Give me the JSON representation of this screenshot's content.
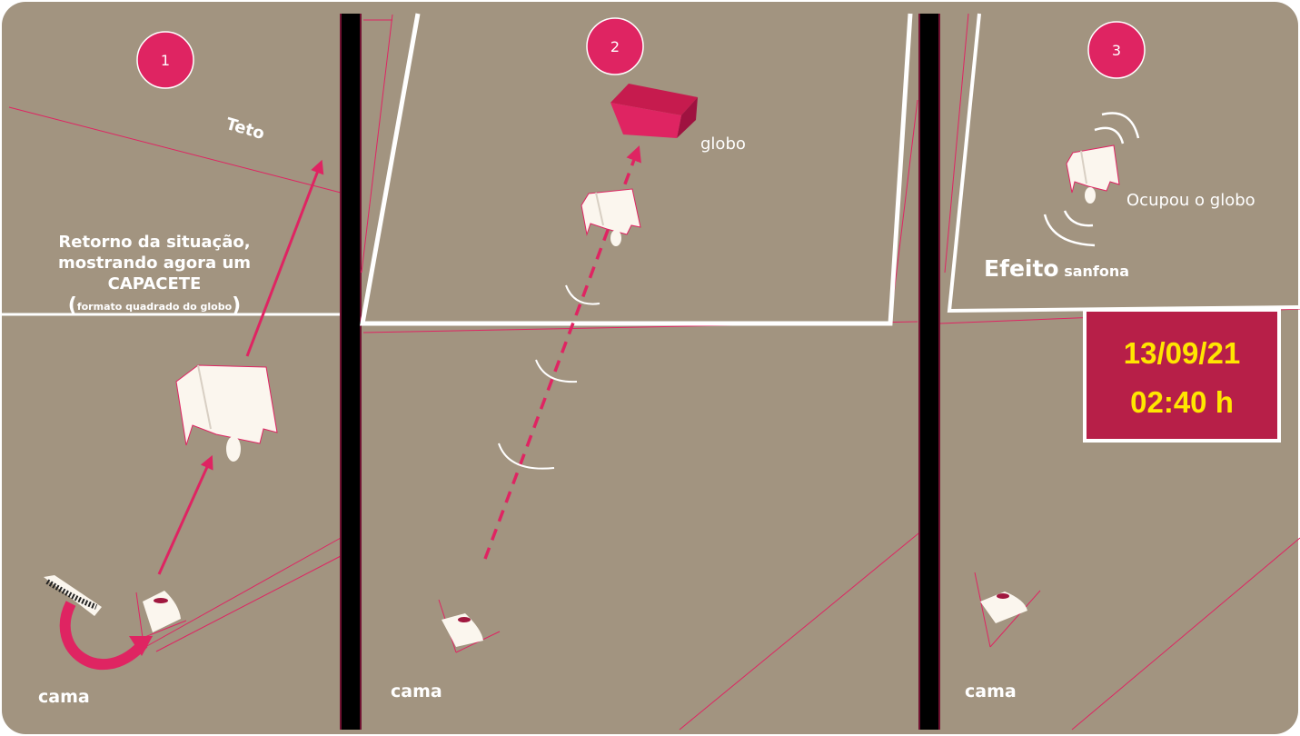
{
  "colors": {
    "background": "#a29480",
    "accent": "#df2462",
    "white": "#ffffff",
    "divider": "#000000",
    "date_box_fill": "#b71f48",
    "date_text": "#ffe600"
  },
  "panels": [
    {
      "number": "1",
      "ceiling_label": "Teto",
      "caption_line1": "Retorno da situação,",
      "caption_line2": "mostrando agora um",
      "caption_line3": "CAPACETE",
      "caption_note": "formato quadrado do globo",
      "bed_label": "cama",
      "icons": [
        "eyelashes-icon",
        "curved-arrow-icon",
        "eye-icon",
        "helmet-icon"
      ]
    },
    {
      "number": "2",
      "globe_label": "globo",
      "bed_label": "cama",
      "icons": [
        "globe-box-icon",
        "helmet-icon",
        "eye-icon",
        "wave-arcs-icon"
      ]
    },
    {
      "number": "3",
      "helmet_label": "Ocupou o globo",
      "effect_label_bold": "Efeito",
      "effect_label_small": "sanfona",
      "bed_label": "cama",
      "date": "13/09/21",
      "time": "02:40 h",
      "icons": [
        "helmet-icon",
        "eye-icon",
        "wave-arcs-icon"
      ]
    }
  ]
}
